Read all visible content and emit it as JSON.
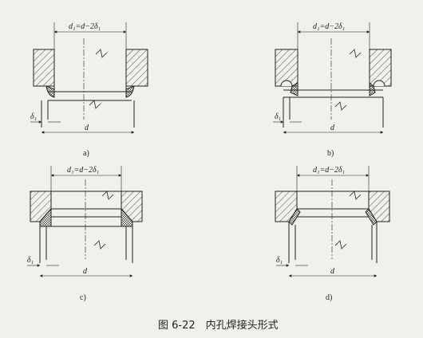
{
  "figure": {
    "caption": "图 6-22　内孔焊接头形式",
    "panels": [
      {
        "label": "a)",
        "dim_top": "d₁=d−2δ₁",
        "dim_bottom": "d",
        "dim_left": "δ₁"
      },
      {
        "label": "b)",
        "dim_top": "d₁=d−2δ₁",
        "dim_bottom": "d",
        "dim_left": "δ₁"
      },
      {
        "label": "c)",
        "dim_top": "d₁=d−2δ₁",
        "dim_bottom": "d",
        "dim_left": "δ₁"
      },
      {
        "label": "d)",
        "dim_top": "d₁=d−2δ₁",
        "dim_bottom": "d",
        "dim_left": "δ₁"
      }
    ]
  },
  "colors": {
    "line": "#222222",
    "background": "#f2f0ec"
  }
}
